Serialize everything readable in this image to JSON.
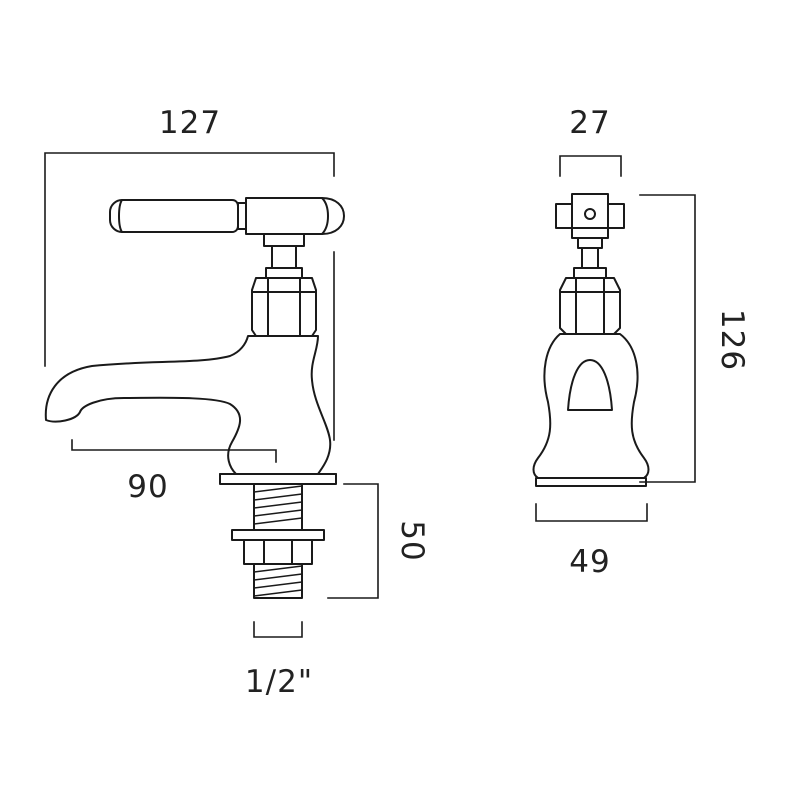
{
  "dimensions": {
    "overall_width": "127",
    "spout_reach": "90",
    "thread_length": "50",
    "thread_size": "1/2\"",
    "handle_width": "27",
    "overall_height": "126",
    "base_width": "49"
  },
  "colors": {
    "line": "#1a1a1a",
    "background": "#ffffff"
  }
}
